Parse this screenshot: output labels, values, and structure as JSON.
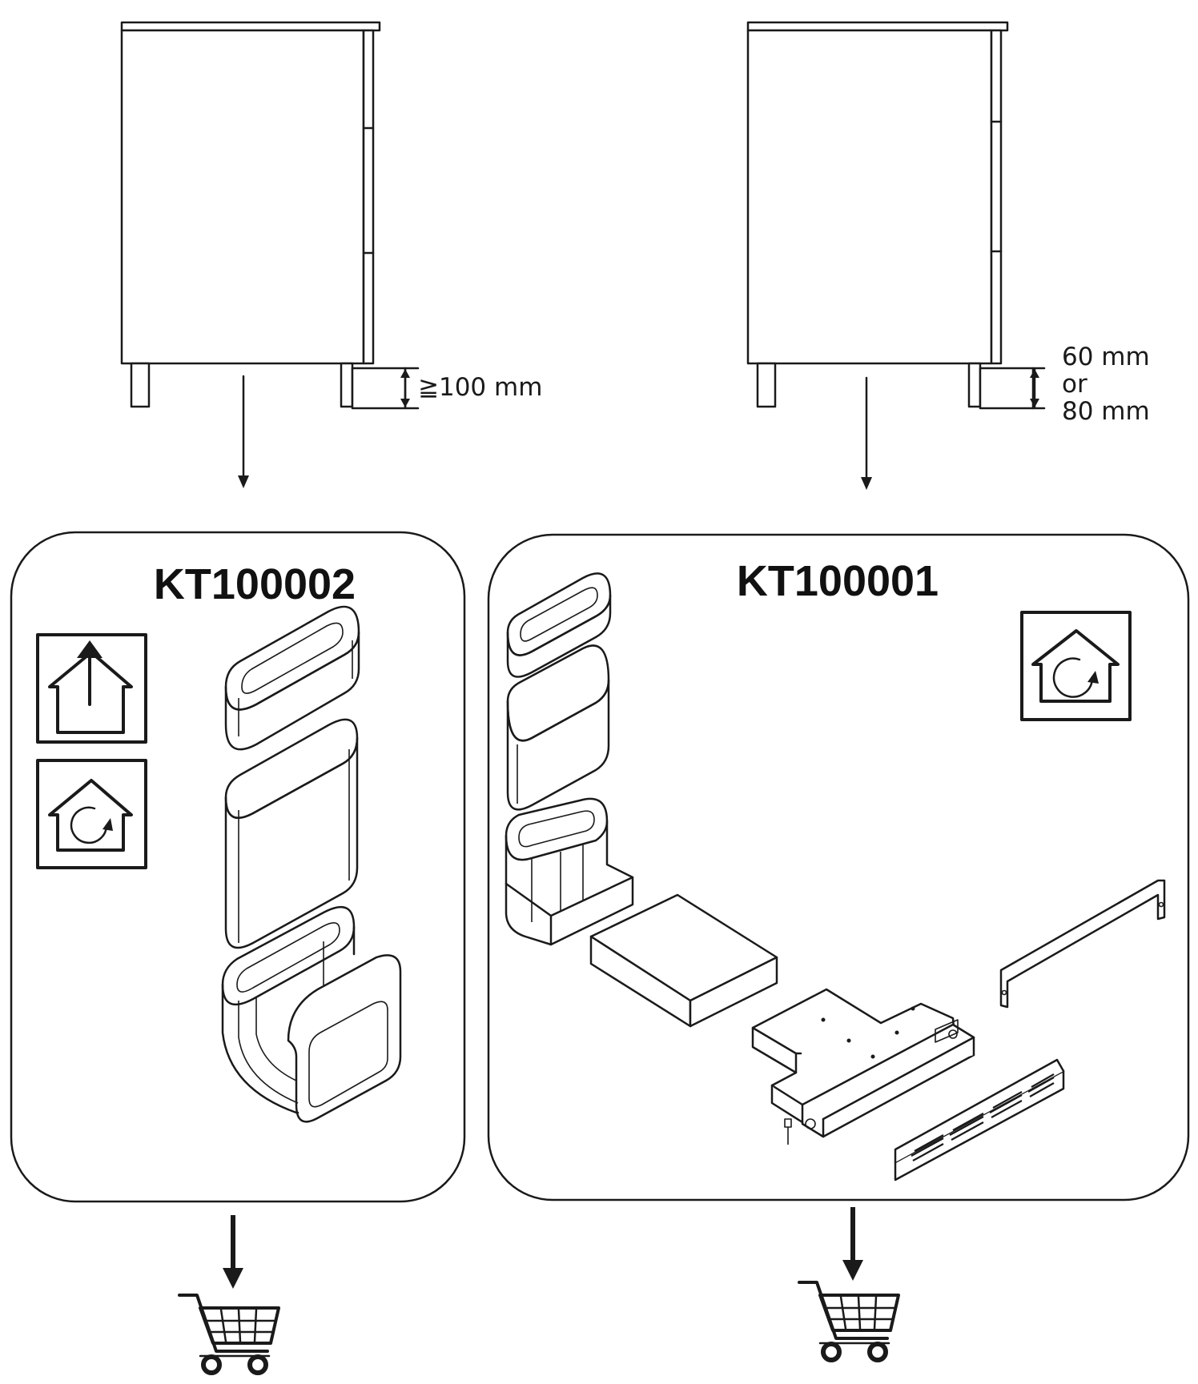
{
  "left": {
    "clearance_label": "≧100 mm",
    "kit_code": "KT100002",
    "mode_icons": [
      "ducted-exhaust-icon",
      "recirculation-icon"
    ],
    "parts": [
      "flat-duct-connector",
      "flat-duct-extension",
      "flat-duct-elbow-90"
    ],
    "action_icon": "shopping-cart-icon"
  },
  "right": {
    "clearance_label_line1": "60 mm",
    "clearance_label_line2": "or",
    "clearance_label_line3": "80 mm",
    "kit_code": "KT100001",
    "mode_icons": [
      "recirculation-icon"
    ],
    "parts": [
      "flat-duct-connector",
      "flat-duct-extension",
      "flat-duct-elbow",
      "flat-duct-straight",
      "plinth-filter-box",
      "mounting-bracket",
      "plinth-grille"
    ],
    "action_icon": "shopping-cart-icon"
  },
  "colors": {
    "line": "#1a1a1a",
    "background": "#ffffff"
  }
}
